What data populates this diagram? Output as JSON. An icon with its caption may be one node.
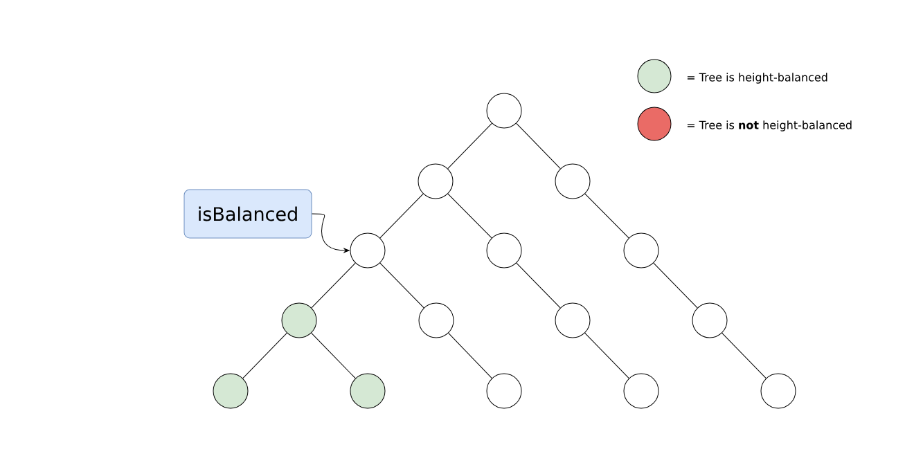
{
  "diagram": {
    "nodes": [
      {
        "text": [],
        "shape": "circle"
      },
      {
        "text": [],
        "shape": "circle"
      },
      {
        "text": [],
        "shape": "circle"
      },
      {
        "text": [],
        "shape": "circle"
      },
      {
        "text": [],
        "shape": "circle"
      },
      {
        "text": [],
        "shape": "circle"
      },
      {
        "text": [],
        "shape": "circle"
      },
      {
        "text": [],
        "shape": "circle"
      },
      {
        "text": [],
        "shape": "circle"
      },
      {
        "text": [],
        "shape": "circle"
      },
      {
        "text": [],
        "shape": "circle"
      },
      {
        "text": [],
        "shape": "circle"
      },
      {
        "text": [],
        "shape": "circle"
      },
      {
        "text": [],
        "shape": "circle"
      },
      {
        "text": [],
        "shape": "circle"
      },
      {
        "text": [
          "isBalanced"
        ]
      }
    ],
    "edges": [
      {
        "from": 0,
        "to": 1,
        "arrow": "none"
      },
      {
        "from": 0,
        "to": 2,
        "arrow": "none"
      },
      {
        "from": 1,
        "to": 3,
        "arrow": "none"
      },
      {
        "from": 1,
        "to": 4,
        "arrow": "none"
      },
      {
        "from": 2,
        "to": 5,
        "arrow": "none"
      },
      {
        "from": 3,
        "to": 6,
        "arrow": "none"
      },
      {
        "from": 3,
        "to": 7,
        "arrow": "none"
      },
      {
        "from": 4,
        "to": 8,
        "arrow": "none"
      },
      {
        "from": 5,
        "to": 9,
        "arrow": "none"
      },
      {
        "from": 6,
        "to": 10,
        "arrow": "none"
      },
      {
        "from": 6,
        "to": 11,
        "arrow": "none"
      },
      {
        "from": 7,
        "to": 12,
        "arrow": "none"
      },
      {
        "from": 8,
        "to": 13,
        "arrow": "none"
      },
      {
        "from": 9,
        "to": 14,
        "arrow": "none"
      },
      {
        "from": 15,
        "to": 3,
        "arrow": "to"
      }
    ],
    "legend": [
      {
        "text": "= Tree is height-balanced",
        "color": "#d5e8d4"
      },
      {
        "text": "= Tree is **not** height-balanced",
        "color": "#ea6b66"
      }
    ]
  }
}
